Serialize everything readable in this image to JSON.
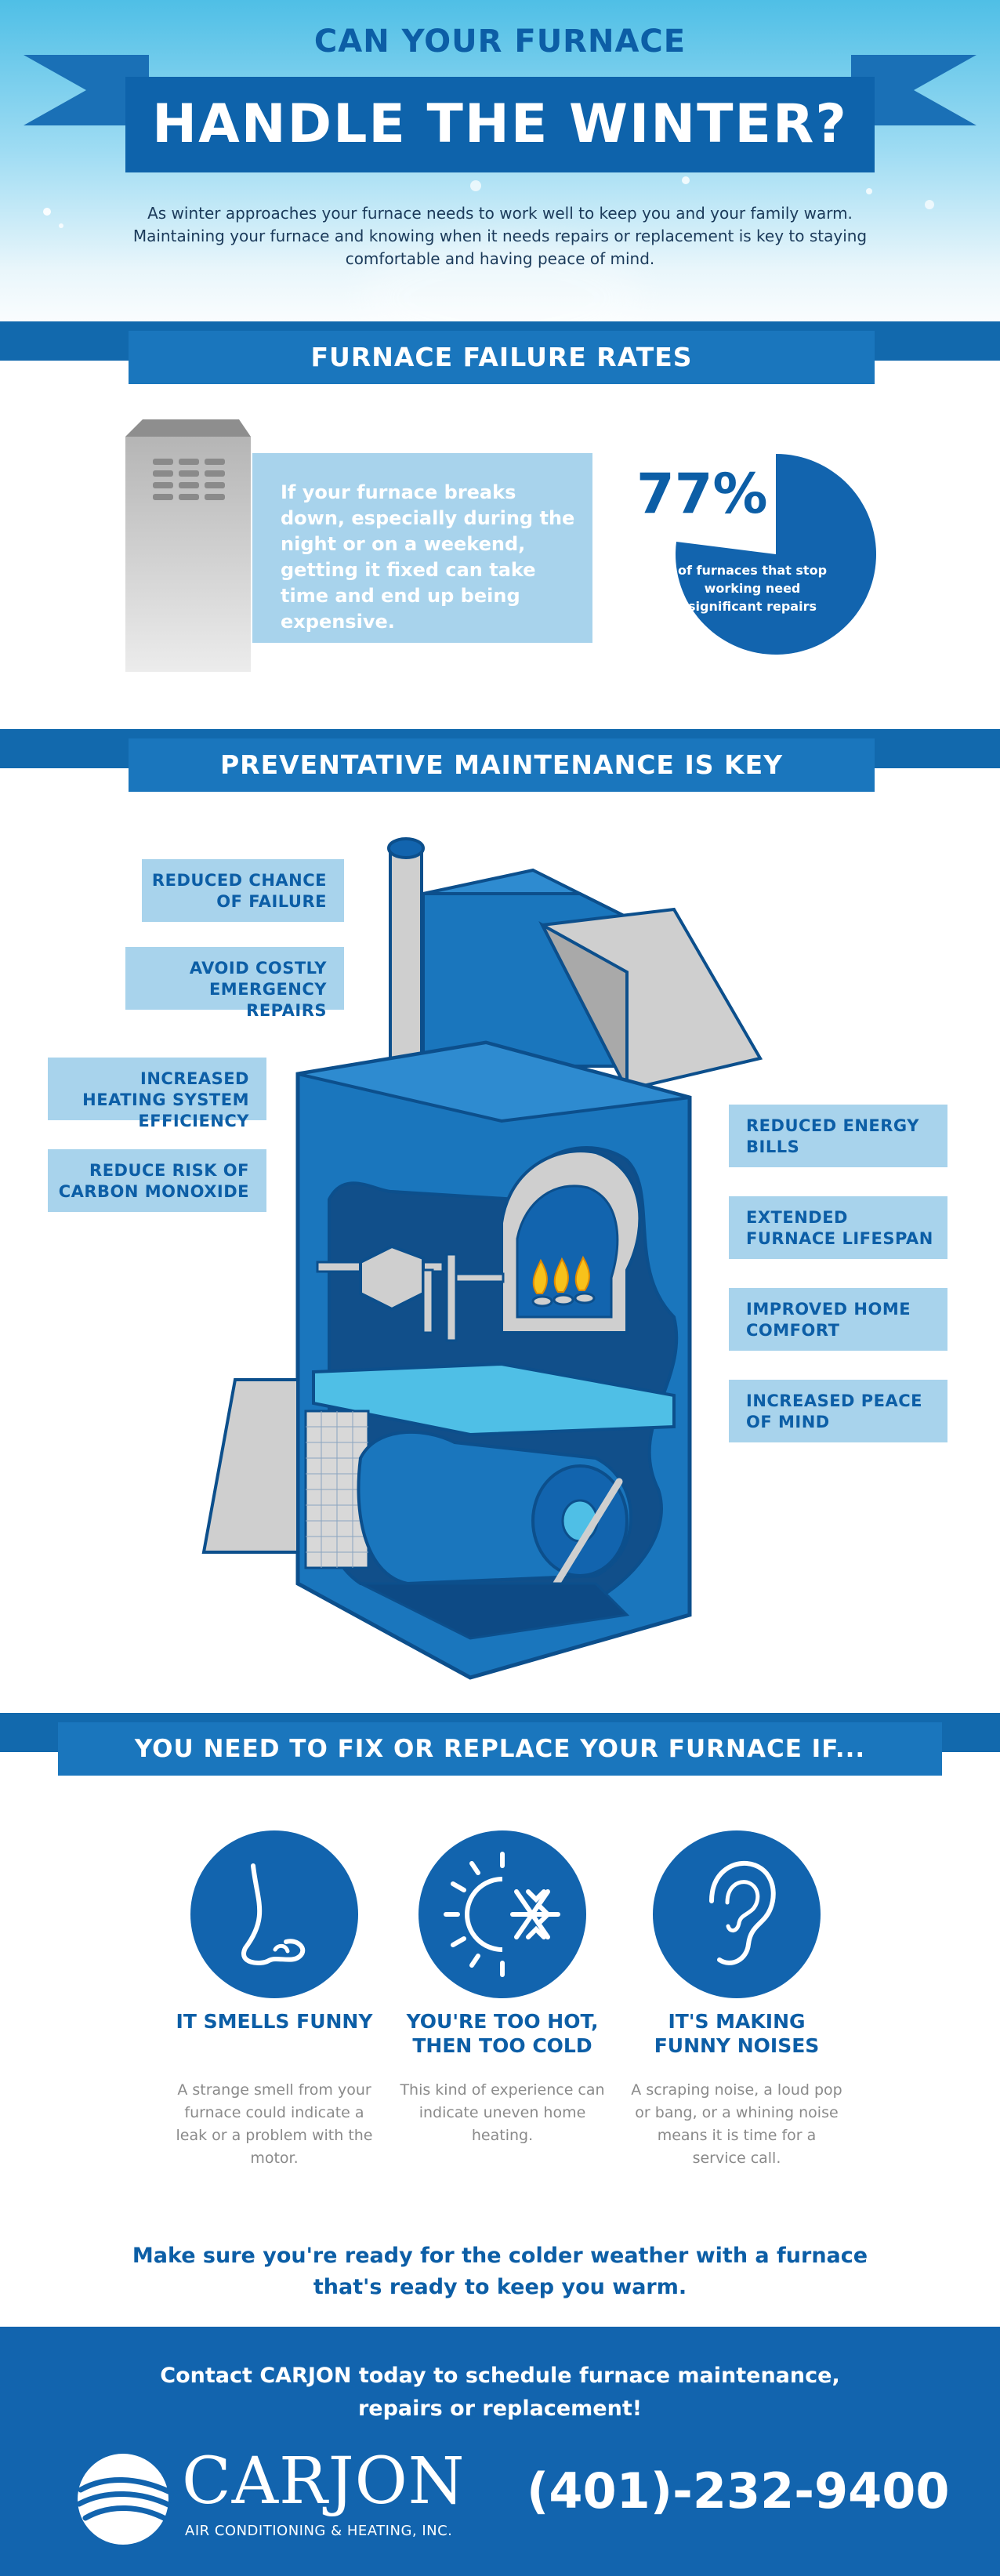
{
  "hero": {
    "kicker": "CAN YOUR FURNACE",
    "title": "HANDLE THE WINTER?",
    "intro": "As winter approaches your furnace needs to work well to keep you and your family warm. Maintaining your furnace and knowing when it needs repairs or replacement is key to staying comfortable and having peace of mind."
  },
  "failure": {
    "heading": "FURNACE FAILURE RATES",
    "text": "If your furnace breaks down, especially during the night or on a weekend, getting it fixed can take time and end up being expensive.",
    "stat": "77%",
    "stat_fraction": 0.77,
    "stat_caption": "of furnaces that stop working need significant repairs"
  },
  "maintenance": {
    "heading": "PREVENTATIVE MAINTENANCE IS KEY",
    "left_benefits": [
      "REDUCED CHANCE OF FAILURE",
      "AVOID COSTLY EMERGENCY REPAIRS",
      "INCREASED HEATING SYSTEM EFFICIENCY",
      "REDUCE RISK OF CARBON MONOXIDE"
    ],
    "right_benefits": [
      "REDUCED ENERGY BILLS",
      "EXTENDED FURNACE LIFESPAN",
      "IMPROVED HOME COMFORT",
      "INCREASED PEACE OF MIND"
    ]
  },
  "fix": {
    "heading": "YOU NEED TO FIX OR REPLACE YOUR FURNACE IF...",
    "conditions": [
      {
        "icon": "nose-icon",
        "title": "IT SMELLS FUNNY",
        "text": "A strange smell from your furnace could indicate a leak or a problem with the motor."
      },
      {
        "icon": "sun-snowflake-icon",
        "title": "YOU'RE TOO HOT, THEN TOO COLD",
        "text": "This kind of experience can indicate uneven home heating."
      },
      {
        "icon": "ear-icon",
        "title": "IT'S MAKING FUNNY NOISES",
        "text": "A scraping noise, a loud pop or bang, or a whining noise means it is time for a service call."
      }
    ],
    "closing": "Make sure you're ready for the colder weather with a furnace that's ready to keep you warm."
  },
  "footer": {
    "contact": "Contact CARJON today to schedule furnace maintenance, repairs or replacement!",
    "brand": "CARJON",
    "brand_sub": "AIR CONDITIONING & HEATING, INC.",
    "phone": "(401)-232-9400",
    "colors": {
      "primary": "#1264ae",
      "light": "#a8d3ec",
      "accent": "#4fbfe6"
    }
  }
}
